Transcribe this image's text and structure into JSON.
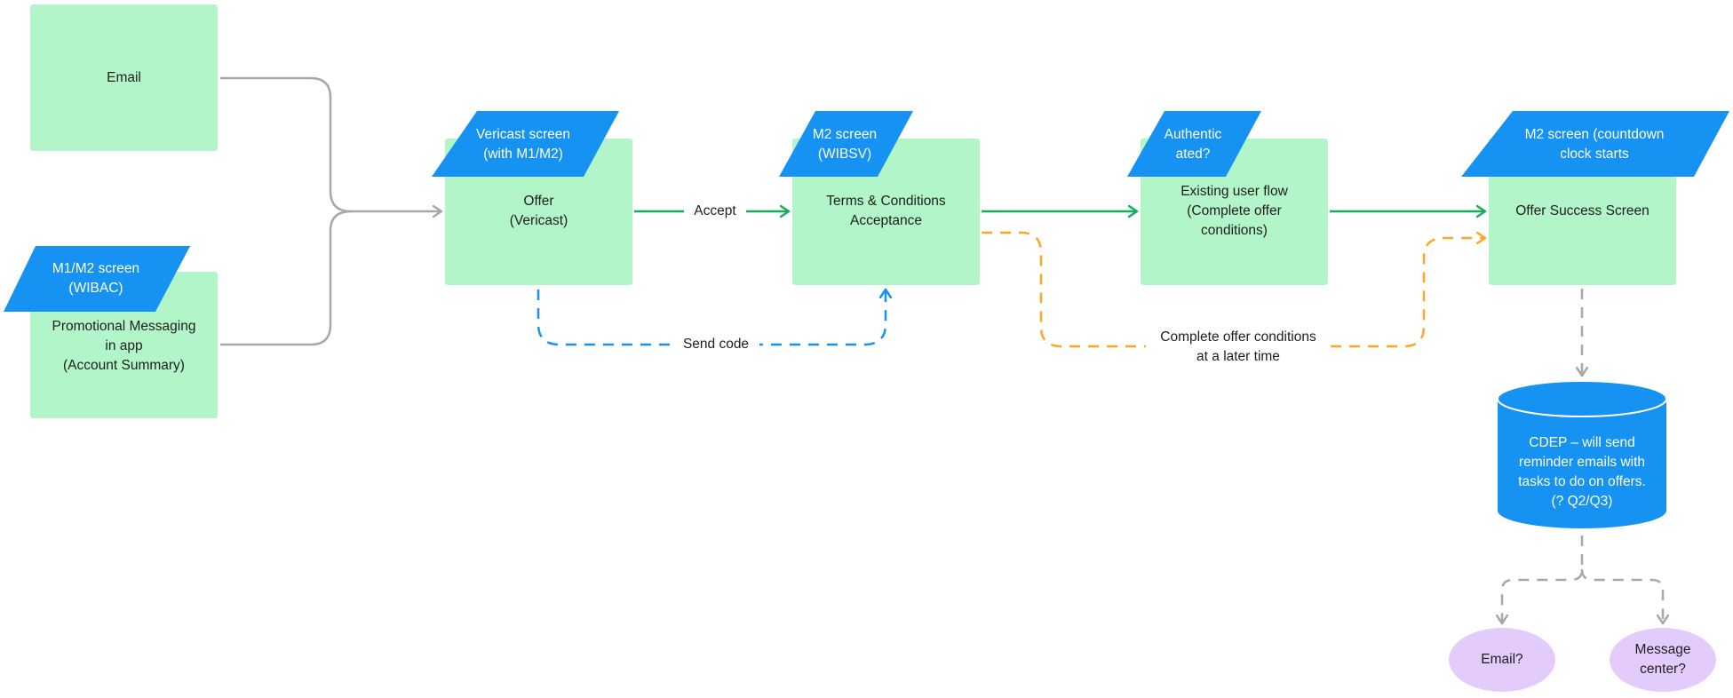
{
  "colors": {
    "box_fill": "#b2f5c8",
    "tag_fill": "#1592f2",
    "cylinder_fill": "#1592f2",
    "oval_fill": "#e3cbfb",
    "gray_arrow": "#a8a8a8",
    "green_arrow": "#14ae5c",
    "blue_dashed": "#1592f2",
    "orange_dashed": "#ffa629"
  },
  "nodes": {
    "email": {
      "label": "Email"
    },
    "promo": {
      "label": "Promotional Messaging\nin app\n(Account Summary)",
      "tag": "M1/M2 screen\n(WIBAC)"
    },
    "offer": {
      "label": "Offer\n(Vericast)",
      "tag": "Vericast screen\n(with M1/M2)"
    },
    "terms": {
      "label": "Terms & Conditions\nAcceptance",
      "tag": "M2 screen\n(WIBSV)"
    },
    "existing": {
      "label": "Existing user flow\n(Complete offer\nconditions)",
      "tag": "Authentic\nated?"
    },
    "success": {
      "label": "Offer Success Screen",
      "tag": "M2 screen (countdown\nclock starts"
    },
    "cdep": {
      "label": "CDEP – will send\nreminder emails with\ntasks to do on offers.\n(? Q2/Q3)"
    },
    "email_q": {
      "label": "Email?"
    },
    "message_center": {
      "label": "Message\ncenter?"
    }
  },
  "edges": {
    "accept": "Accept",
    "send_code": "Send code",
    "later": "Complete offer conditions\nat a later time"
  }
}
